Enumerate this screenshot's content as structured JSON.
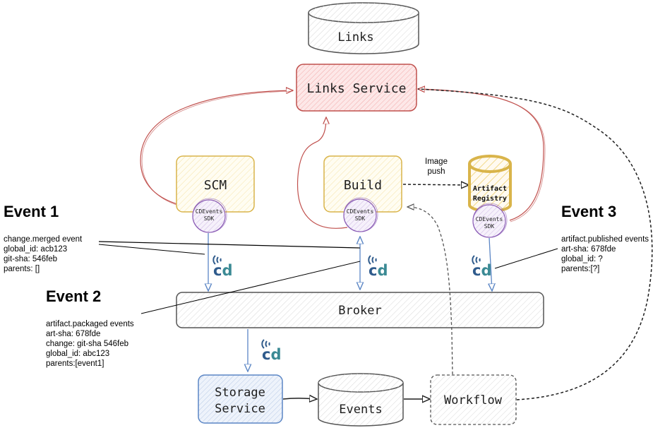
{
  "nodes": {
    "links_db": {
      "label": "Links"
    },
    "links_service": {
      "label": "Links Service"
    },
    "scm": {
      "label": "SCM"
    },
    "build": {
      "label": "Build"
    },
    "artifact_registry": {
      "label_line1": "Artifact",
      "label_line2": "Registry"
    },
    "broker": {
      "label": "Broker"
    },
    "storage_service": {
      "label_line1": "Storage",
      "label_line2": "Service"
    },
    "events_db": {
      "label": "Events"
    },
    "workflow": {
      "label": "Workflow"
    }
  },
  "sdk": {
    "line1": "CDEvents",
    "line2": "SDK"
  },
  "cd_logo": {
    "text": "cd",
    "icon": "cdevents-logo-icon"
  },
  "edges": {
    "image_push": {
      "line1": "Image",
      "line2": "push"
    }
  },
  "events": [
    {
      "title": "Event 1",
      "lines": [
        "change.merged event",
        "global_id: acb123",
        "git-sha: 546feb",
        "parents: []"
      ]
    },
    {
      "title": "Event 2",
      "lines": [
        "artifact.packaged events",
        "art-sha: 678fde",
        "change: git-sha 546feb",
        "global_id: abc123",
        "parents:[event1]"
      ]
    },
    {
      "title": "Event 3",
      "lines": [
        "artifact.published events",
        "art-sha: 678fde",
        "global_id: ?",
        "parents:[?]"
      ]
    }
  ],
  "colors": {
    "red": "#c0504d",
    "yellow": "#d9b44a",
    "purple": "#8a5bb5",
    "blue": "#5b86c5",
    "gray": "#555555",
    "cd_blue": "#2f5b8c",
    "cd_teal": "#3b8a94"
  }
}
